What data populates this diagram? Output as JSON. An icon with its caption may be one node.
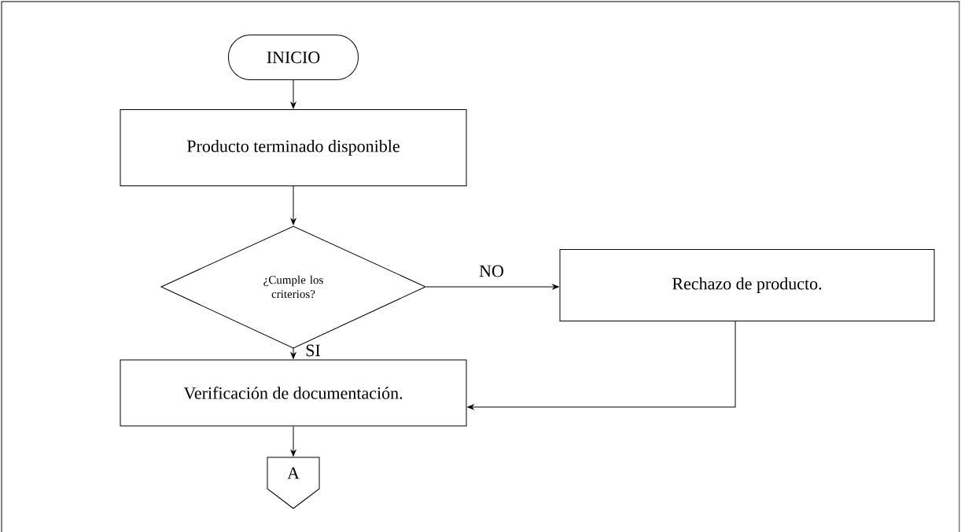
{
  "diagram": {
    "nodes": [
      {
        "text": [
          "INICIO"
        ]
      },
      {
        "text": [
          "Producto terminado disponible"
        ]
      },
      {
        "text": [
          "¿Cumple los criterios?"
        ]
      },
      {
        "text": [
          "Rechazo de producto."
        ]
      },
      {
        "text": [
          "Verificación de documentación."
        ]
      },
      {
        "text": [
          "A"
        ]
      }
    ],
    "edges": [
      {
        "from": 0,
        "to": 1,
        "arrow": "to"
      },
      {
        "from": 1,
        "to": 2,
        "arrow": "to"
      },
      {
        "from": 2,
        "to": 3,
        "arrow": "to",
        "label": "NO"
      },
      {
        "from": 2,
        "to": 4,
        "arrow": "to",
        "label": "SI"
      },
      {
        "from": 3,
        "to": 4,
        "arrow": "to"
      },
      {
        "from": 4,
        "to": 5,
        "arrow": "to"
      }
    ]
  }
}
